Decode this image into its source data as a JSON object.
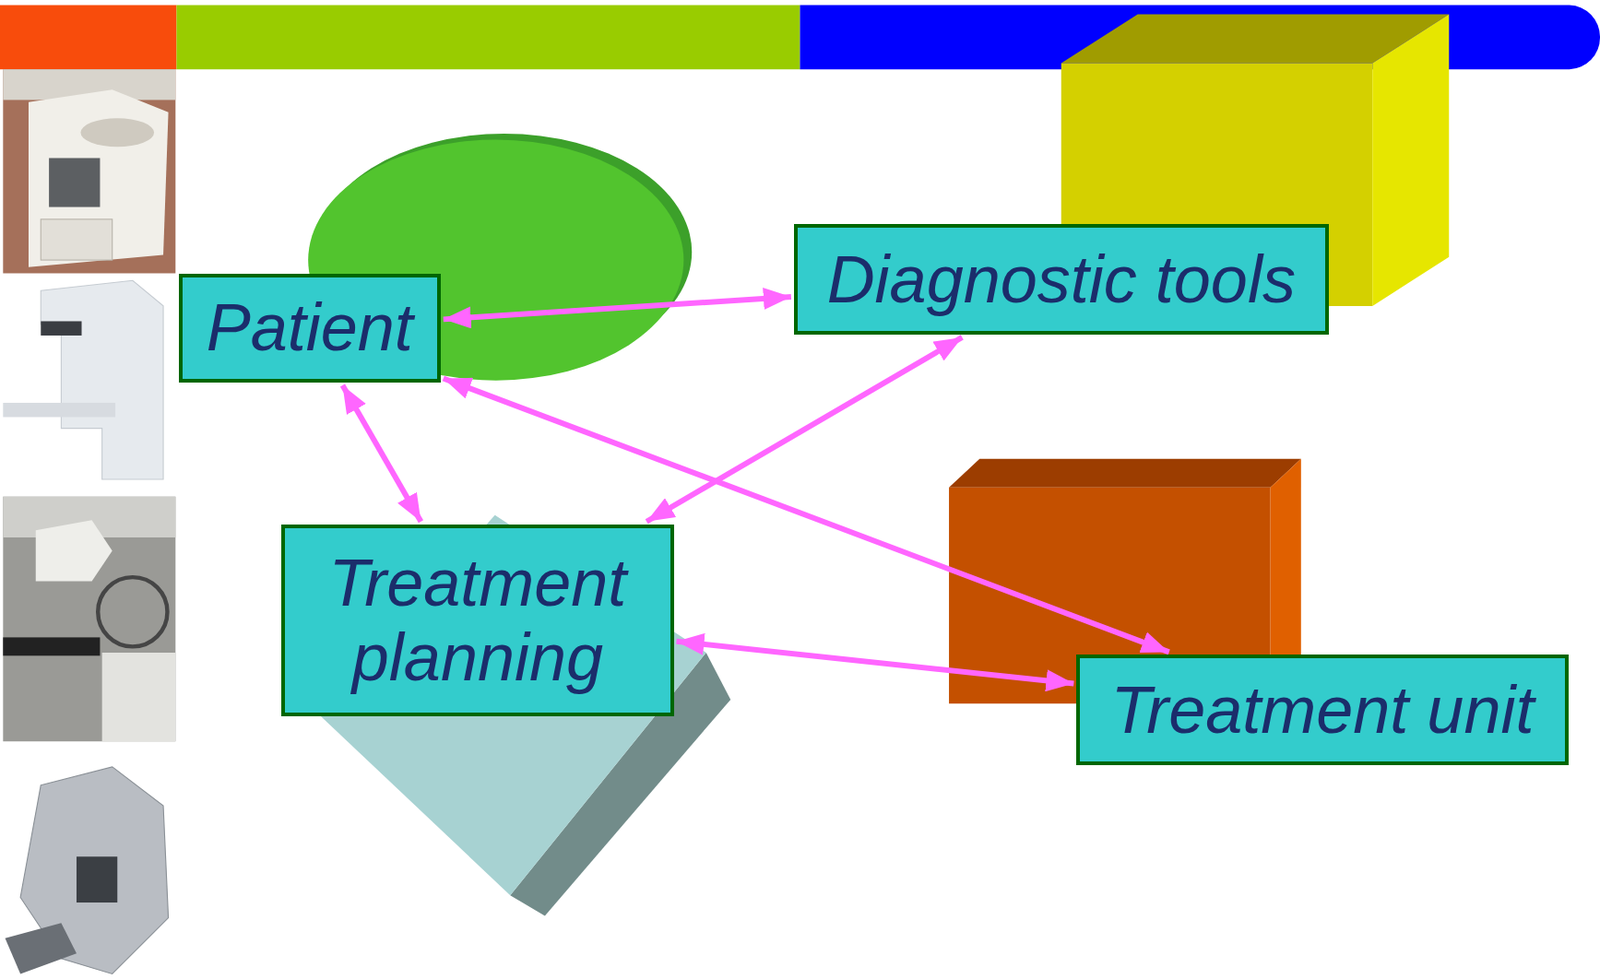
{
  "diagram": {
    "nodes": [
      {
        "text": [
          "Patient"
        ]
      },
      {
        "text": [
          "Diagnostic tools"
        ]
      },
      {
        "text": [
          "Treatment planning"
        ]
      },
      {
        "text": [
          "Treatment unit"
        ]
      }
    ],
    "edges": [
      {
        "from": 0,
        "to": 1,
        "arrow": "both"
      },
      {
        "from": 0,
        "to": 3,
        "arrow": "both"
      },
      {
        "from": 0,
        "to": 2,
        "arrow": "both"
      },
      {
        "from": 1,
        "to": 2,
        "arrow": "both"
      },
      {
        "from": 2,
        "to": 3,
        "arrow": "both"
      }
    ]
  }
}
